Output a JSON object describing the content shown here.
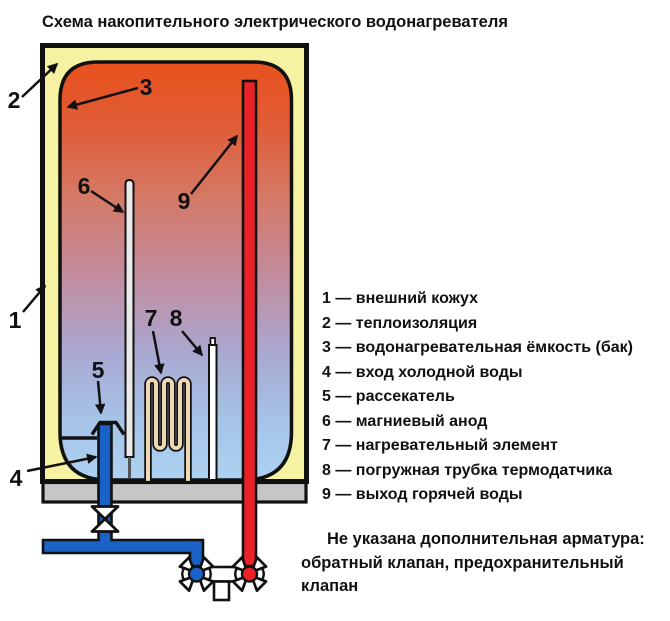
{
  "title": "Схема накопительного электрического водонагревателя",
  "diagram": {
    "labels": [
      "1",
      "2",
      "3",
      "4",
      "5",
      "6",
      "7",
      "8",
      "9"
    ]
  },
  "legend": {
    "items": [
      "1 — внешний кожух",
      "2 — теплоизоляция",
      "3 — водонагревательная ёмкость (бак)",
      "4 — вход холодной воды",
      "5 — рассекатель",
      "6 — магниевый анод",
      "7 — нагревательный элемент",
      "8 — погружная трубка термодатчика",
      "9 — выход горячей воды"
    ]
  },
  "note": "Не указана дополнительная арматура:\nобратный клапан, предохранительный\nклапан",
  "colors": {
    "outline": "#111111",
    "insulation_yellow": "#F5F2A1",
    "base_gray": "#C6C6C6",
    "cold_water_blue": "#1B62C8",
    "hot_water_red": "#EC2127",
    "heater_tube_tan": "#F0D8B2",
    "anode_gray": "#E9E9E9",
    "sensor_white": "#FFFFFF",
    "tank_gradient": [
      "#E8511C",
      "#E05C36",
      "#D47A68",
      "#C18DA0",
      "#A9A9D2",
      "#A5C4E8",
      "#AED2F2"
    ]
  }
}
